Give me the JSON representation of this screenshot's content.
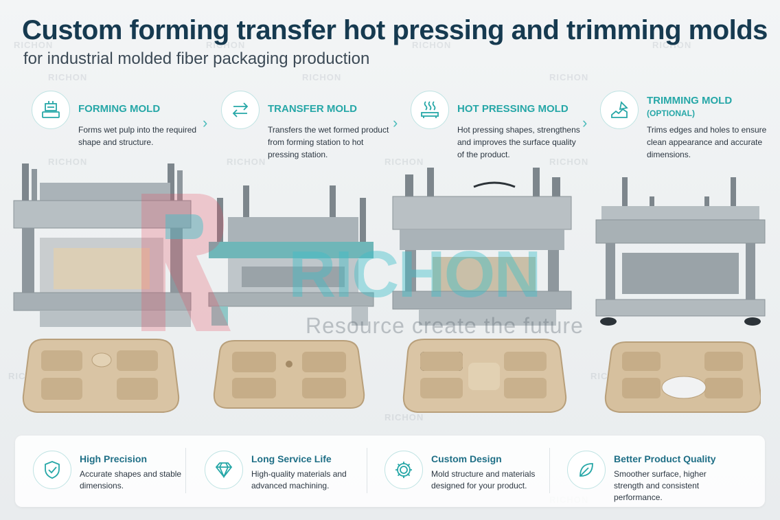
{
  "header": {
    "title": "Custom forming transfer hot pressing and trimming molds",
    "subtitle": "for industrial molded fiber packaging production"
  },
  "steps": [
    {
      "title": "FORMING MOLD",
      "optional": "",
      "description": "Forms wet pulp into the required shape and structure.",
      "icon": "forming-mold-icon"
    },
    {
      "title": "TRANSFER MOLD",
      "optional": "",
      "description": "Transfers the wet formed product from forming station to hot pressing station.",
      "icon": "transfer-arrows-icon"
    },
    {
      "title": "HOT PRESSING MOLD",
      "optional": "",
      "description": "Hot pressing shapes, strengthens and improves the surface quality of the product.",
      "icon": "heat-press-icon"
    },
    {
      "title": "TRIMMING MOLD",
      "optional": "(OPTIONAL)",
      "description": "Trims edges and holes to ensure clean appearance and accurate dimensions.",
      "icon": "trimming-icon"
    }
  ],
  "watermark": {
    "brand": "RICHON",
    "tagline": "Resource create the future"
  },
  "features": [
    {
      "title": "High Precision",
      "description": "Accurate shapes and stable dimensions.",
      "icon": "shield-check-icon"
    },
    {
      "title": "Long Service Life",
      "description": "High-quality materials and advanced machining.",
      "icon": "diamond-icon"
    },
    {
      "title": "Custom Design",
      "description": "Mold structure and materials designed for your product.",
      "icon": "gear-icon"
    },
    {
      "title": "Better Product Quality",
      "description": "Smoother surface, higher strength and consistent performance.",
      "icon": "leaf-icon"
    }
  ],
  "colors": {
    "accent": "#26a7a7",
    "title": "#163a50",
    "pulp": "#d9c4a4"
  }
}
